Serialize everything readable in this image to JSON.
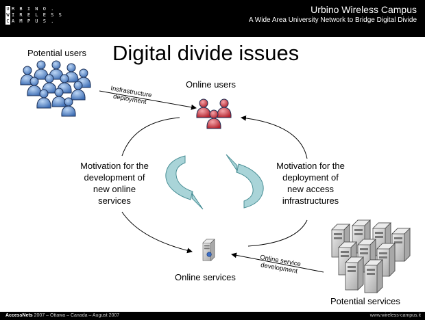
{
  "header": {
    "logo_lines": [
      {
        "cap": "U",
        "rest": "R B I N O ."
      },
      {
        "cap": "W",
        "rest": "I R E L E S S"
      },
      {
        "cap": "C",
        "rest": "A M P U S ."
      }
    ],
    "title": "Urbino Wireless Campus",
    "subtitle": "A Wide Area University Network to Bridge Digital Divide"
  },
  "slide": {
    "title": "Digital divide issues",
    "potential_users": "Potential users",
    "online_users": "Online users",
    "online_services": "Online services",
    "potential_services": "Potential services",
    "infra_deploy_line1": "Insfrastructure",
    "infra_deploy_line2": "deployment",
    "service_dev_line1": "Online service",
    "service_dev_line2": "development",
    "motivation_left": [
      "Motivation for the",
      "development of",
      "new online",
      "services"
    ],
    "motivation_right": [
      "Motivation for the",
      "deployment of",
      "new access",
      "infrastructures"
    ]
  },
  "footer": {
    "brand": "AccessNets",
    "event": " 2007 – Ottawa – Canada – August 2007",
    "url": "www.wireless-campus.it"
  },
  "colors": {
    "header_bg": "#000000",
    "users_blue": "#5b8fd6",
    "online_red": "#d32f3a",
    "cycle_arrow": "#a9d4d8",
    "server_gray": "#d9d9d9"
  }
}
